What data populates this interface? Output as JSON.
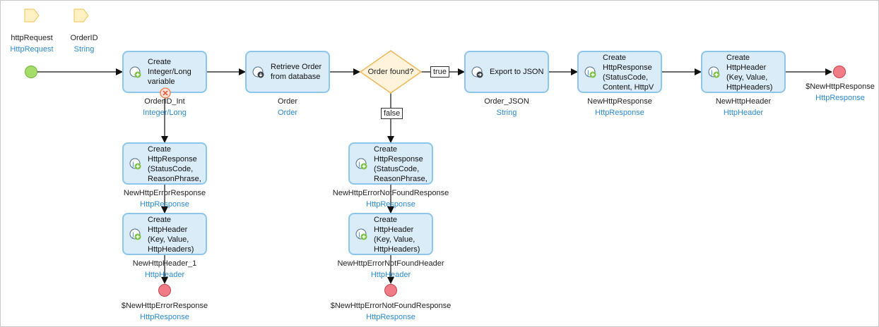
{
  "parameters": [
    {
      "name": "httpRequest",
      "type": "HttpRequest"
    },
    {
      "name": "OrderID",
      "type": "String"
    }
  ],
  "activities": {
    "create_int": {
      "text": "Create\nInteger/Long\nvariable",
      "var": "OrderID_Int",
      "type": "Integer/Long"
    },
    "retrieve": {
      "text": "Retrieve Order\nfrom database",
      "var": "Order",
      "type": "Order"
    },
    "export": {
      "text": "Export to JSON",
      "var": "Order_JSON",
      "type": "String"
    },
    "create_resp": {
      "text": "Create\nHttpResponse\n(StatusCode,\nContent, HttpV",
      "var": "NewHttpResponse",
      "type": "HttpResponse"
    },
    "create_header": {
      "text": "Create\nHttpHeader\n(Key, Value,\nHttpHeaders)",
      "var": "NewHttpHeader",
      "type": "HttpHeader"
    },
    "err_resp": {
      "text": "Create\nHttpResponse\n(StatusCode,\nReasonPhrase,",
      "var": "NewHttpErrorResponse",
      "type": "HttpResponse"
    },
    "err_header": {
      "text": "Create\nHttpHeader\n(Key, Value,\nHttpHeaders)",
      "var": "NewHttpHeader_1",
      "type": "HttpHeader"
    },
    "nf_resp": {
      "text": "Create\nHttpResponse\n(StatusCode,\nReasonPhrase,",
      "var": "NewHttpErrorNotFoundResponse",
      "type": "HttpResponse"
    },
    "nf_header": {
      "text": "Create\nHttpHeader\n(Key, Value,\nHttpHeaders)",
      "var": "NewHttpErrorNotFoundHeader",
      "type": "HttpHeader"
    }
  },
  "decision": {
    "label": "Order found?",
    "true_label": "true",
    "false_label": "false"
  },
  "end_events": {
    "main": {
      "var": "$NewHttpResponse",
      "type": "HttpResponse"
    },
    "error": {
      "var": "$NewHttpErrorResponse",
      "type": "HttpResponse"
    },
    "notfound": {
      "var": "$NewHttpErrorNotFoundResponse",
      "type": "HttpResponse"
    }
  },
  "colors": {
    "activity_fill": "#d9ecf8",
    "activity_border": "#8cc6ea",
    "decision_fill": "#fff3dc",
    "decision_border": "#f2b756",
    "type_text": "#2a8ad0",
    "start": "#a6dc6a",
    "end": "#ef7c86"
  }
}
